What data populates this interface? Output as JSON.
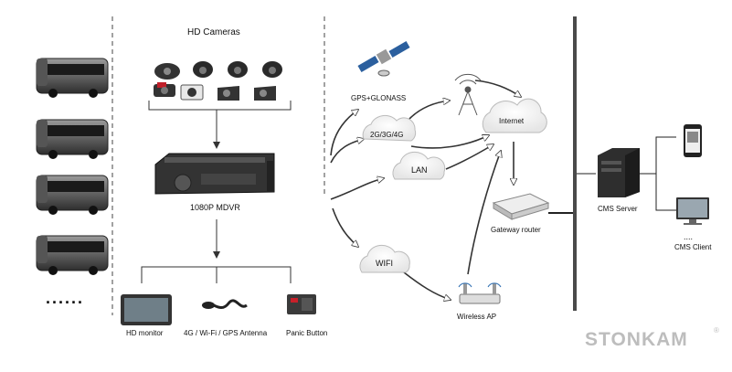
{
  "cameras": {
    "title": "HD Cameras"
  },
  "mdvr": {
    "label": "1080P MDVR"
  },
  "peripherals": {
    "monitor": "HD monitor",
    "antenna": "4G / Wi-Fi / GPS Antenna",
    "panic": "Panic Button"
  },
  "network": {
    "gps": "GPS+GLONASS",
    "cellular": "2G/3G/4G",
    "lan": "LAN",
    "wifi": "WIFI",
    "wireless_ap": "Wireless AP",
    "internet": "Internet",
    "gateway": "Gateway router"
  },
  "server": {
    "label": "CMS Server",
    "client_dots": "....",
    "client_label": "CMS Client"
  },
  "vehicles": {
    "ellipsis": "......"
  },
  "brand": {
    "name": "STONKAM",
    "mark": "®"
  }
}
